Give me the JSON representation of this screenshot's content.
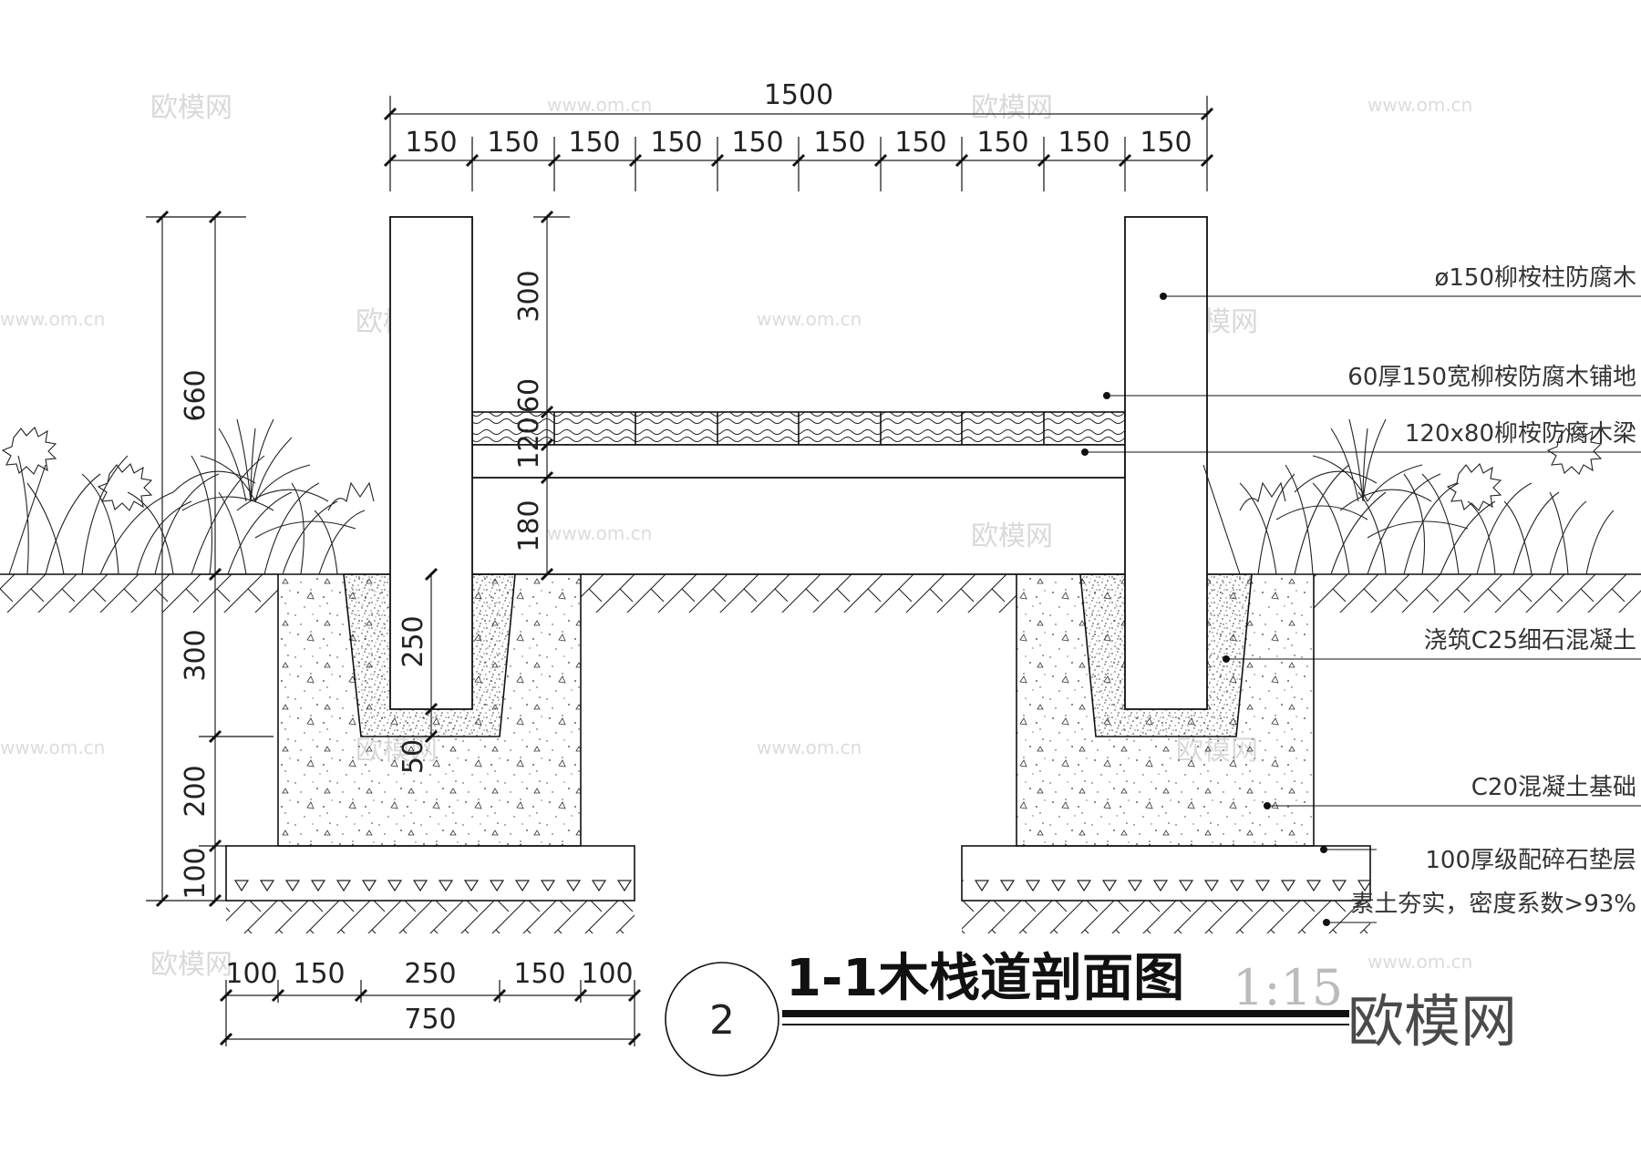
{
  "drawing": {
    "title": "1-1木栈道剖面图",
    "scale": "1:15",
    "section_number": "2",
    "brand_watermark": "欧模网",
    "watermark_text": "欧模网",
    "watermark_url": "www.om.cn"
  },
  "dimensions": {
    "top_total": "1500",
    "top_segments": [
      "150",
      "150",
      "150",
      "150",
      "150",
      "150",
      "150",
      "150",
      "150",
      "150"
    ],
    "left_total": "660",
    "left_segments": [
      "300",
      "200",
      "100"
    ],
    "post_segments": [
      "300",
      "60",
      "120",
      "180"
    ],
    "embed_depth": "250",
    "embed_bottom": "50",
    "bottom_segments": [
      "100",
      "150",
      "250",
      "150",
      "100"
    ],
    "bottom_total": "750"
  },
  "callouts": [
    "ø150柳桉柱防腐木",
    "60厚150宽柳桉防腐木铺地",
    "120x80柳桉防腐木梁",
    "浇筑C25细石混凝土",
    "C20混凝土基础",
    "100厚级配碎石垫层",
    "素土夯实，密度系数>93%"
  ]
}
